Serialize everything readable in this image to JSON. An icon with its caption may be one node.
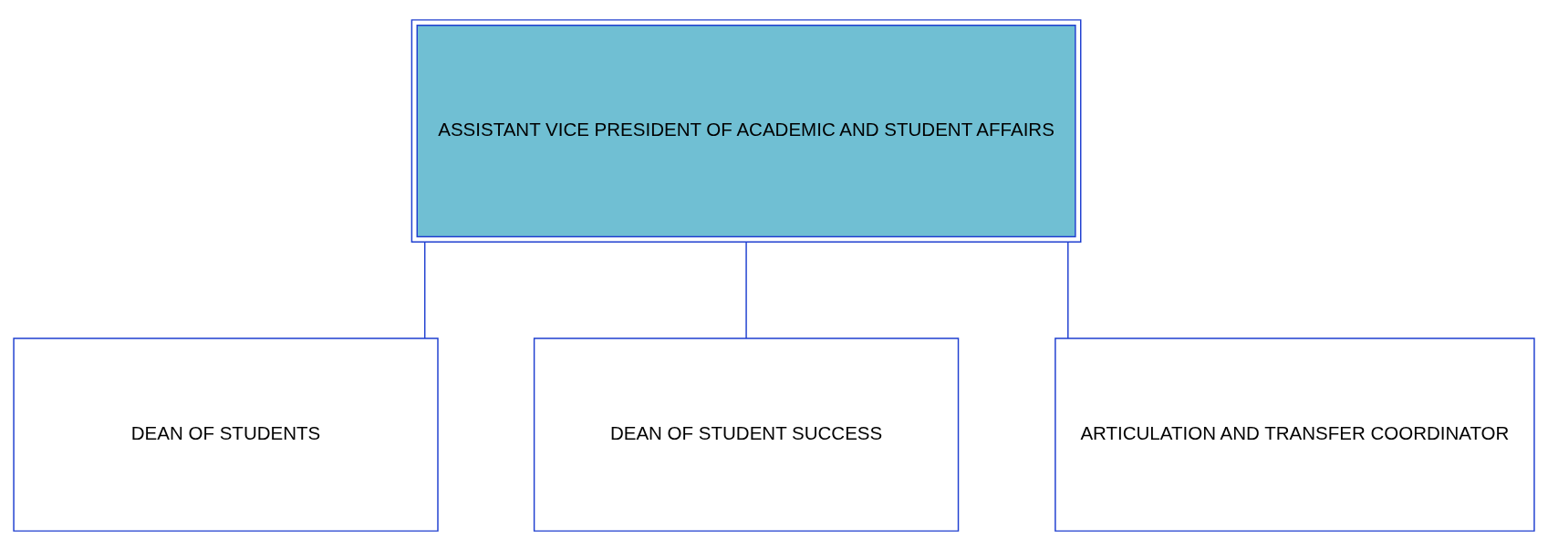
{
  "diagram": {
    "nodes": [
      {
        "text": [
          "ASSISTANT VICE PRESIDENT OF ACADEMIC AND STUDENT AFFAIRS"
        ]
      },
      {
        "text": [
          "DEAN OF STUDENTS"
        ]
      },
      {
        "text": [
          "DEAN OF STUDENT SUCCESS"
        ]
      },
      {
        "text": [
          "ARTICULATION AND TRANSFER COORDINATOR"
        ]
      }
    ],
    "edges": [
      {
        "from": 0,
        "to": 1,
        "arrow": "none"
      },
      {
        "from": 0,
        "to": 2,
        "arrow": "none"
      },
      {
        "from": 0,
        "to": 3,
        "arrow": "none"
      }
    ]
  }
}
